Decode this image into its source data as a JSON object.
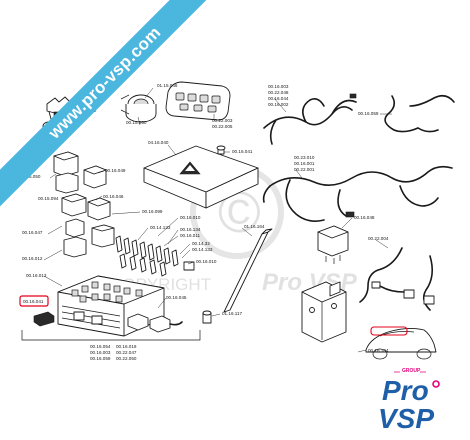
{
  "banner": {
    "text": "www.pro-vsp.com"
  },
  "watermark": {
    "copyright_text": "COPYRIGHT",
    "brand_text": "Pro VSP",
    "symbol": "©"
  },
  "brand_logo": {
    "group_text": "GROUP",
    "line1": "Pro",
    "line2": "VSP",
    "accent_color": "#e6007e",
    "text_color": "#1f5fa8"
  },
  "part_numbers": {
    "p_16_042": "00.16.042",
    "p_16_038": "00.16.038",
    "p_15_050": "00.15.050",
    "p_15_094": "00.15.094",
    "p_15_046": "01.15.046",
    "p_16_050": "00.16.050",
    "p_16_049": "00.16.049",
    "p_16_046": "00.16.046",
    "p_16_099": "00.16.099",
    "p_16_047": "00.16.047",
    "p_16_012": "00.16.012",
    "p_16_013": "00.16.013",
    "p_16_041_a": "00.16.041",
    "p_14_133_a": "00.14.133",
    "p_16_134": "00.16.134",
    "p_16_011": "00.16.011",
    "p_16_010": "00.16.010",
    "p_14_32": "00.14.32",
    "p_14_133_b": "00.14.133",
    "p_16_045": "00.16.045",
    "p_16_117": "01.16.117",
    "p_16_164": "01.16.164",
    "p_16_010_b": "00.16.010",
    "p_16_041_b": "00.16.041",
    "p_16_040": "04.16.040",
    "p_22_003": "00.22.003",
    "p_22_005": "00.22.005",
    "p_16_003": "00.16.003",
    "p_22_048": "00.22.048",
    "p_16_044": "00.16.044",
    "p_16_002": "00.16.002",
    "p_16_059": "00.16.059",
    "p_23_010": "00.23.010",
    "p_16_001": "00.16.001",
    "p_22_001": "00.22.001",
    "p_16_048": "00.16.048",
    "p_22_004": "00.22.004",
    "p_16_104": "00.16.104",
    "p_16_054": "00.16.054",
    "p_16_003_b": "00.16.003",
    "p_16_059_b": "00.16.059",
    "p_16_019": "00.16.019",
    "p_22_047": "00.22.047",
    "p_22_050": "00.22.050"
  }
}
